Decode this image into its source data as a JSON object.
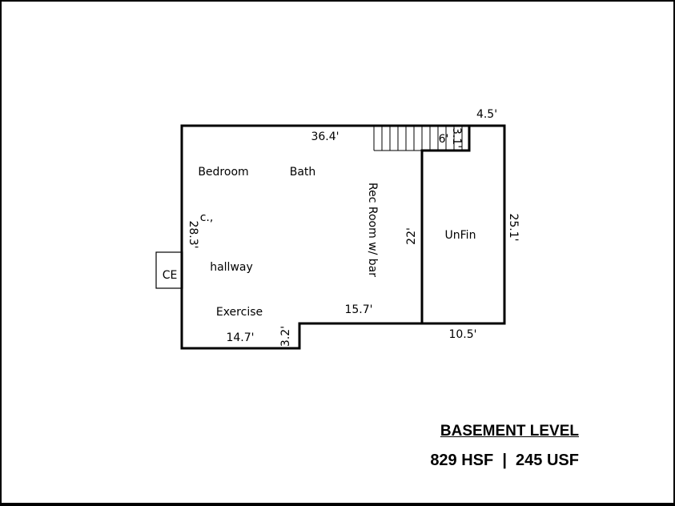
{
  "plan": {
    "rooms": {
      "bedroom": "Bedroom",
      "bath": "Bath",
      "rec_room": "Rec Room w/ bar",
      "unfinished": "UnFin",
      "hallway": "hallway",
      "exercise": "Exercise",
      "ce": "CE",
      "closet": "c.,"
    },
    "dimensions": {
      "top": "36.4'",
      "stair_width": "6'",
      "stair_depth": "3.1'",
      "top_right": "4.5'",
      "left": "28.3'",
      "right": "25.1'",
      "unfin_wall": "22'",
      "bottom_mid": "15.7'",
      "bottom_left": "14.7'",
      "step": "3.2'",
      "bottom_right": "10.5'"
    }
  },
  "caption": {
    "title": "BASEMENT LEVEL",
    "area": "829 HSF  |  245 USF"
  }
}
